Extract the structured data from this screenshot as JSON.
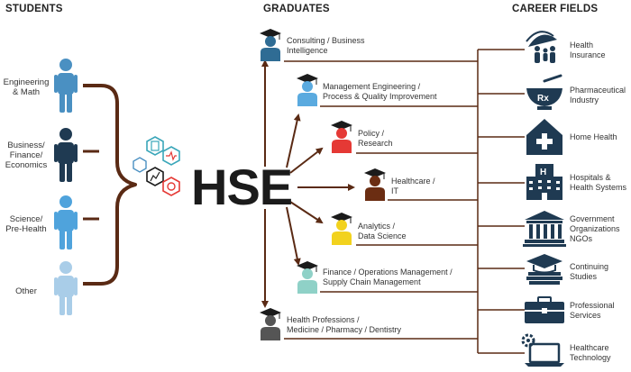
{
  "headers": {
    "students": "STUDENTS",
    "graduates": "GRADUATES",
    "career_fields": "CAREER FIELDS"
  },
  "center_label": "HSE",
  "students": [
    {
      "line1": "Engineering",
      "line2": "& Math",
      "color": "#4a90c2"
    },
    {
      "line1": "Business/",
      "line2": "Finance/",
      "line3": "Economics",
      "color": "#1f3a52"
    },
    {
      "line1": "Science/",
      "line2": "Pre-Health",
      "color": "#4fa3dc"
    },
    {
      "line1": "Other",
      "color": "#a9cde8"
    }
  ],
  "graduates": [
    {
      "line1": "Consulting / Business",
      "line2": "Intelligence",
      "color": "#2f6c94"
    },
    {
      "line1": "Management Engineering /",
      "line2": "Process & Quality Improvement",
      "color": "#5aaadf"
    },
    {
      "line1": "Policy /",
      "line2": "Research",
      "color": "#e53935"
    },
    {
      "line1": "Healthcare /",
      "line2": "IT",
      "color": "#6b2d12"
    },
    {
      "line1": "Analytics /",
      "line2": "Data Science",
      "color": "#f2d21e"
    },
    {
      "line1": "Finance / Operations Management /",
      "line2": "Supply Chain Management",
      "color": "#8fd1c7"
    },
    {
      "line1": "Health Professions /",
      "line2": "Medicine / Pharmacy / Dentistry",
      "color": "#555555"
    }
  ],
  "careers": [
    {
      "line1": "Health",
      "line2": "Insurance",
      "icon": "umbrella-family-icon"
    },
    {
      "line1": "Pharmaceutical",
      "line2": "Industry",
      "icon": "mortar-pestle-rx-icon"
    },
    {
      "line1": "Home Health",
      "icon": "house-cross-icon"
    },
    {
      "line1": "Hospitals &",
      "line2": "Health Systems",
      "icon": "hospital-building-icon"
    },
    {
      "line1": "Government",
      "line2": "Organizations",
      "line3": "NGOs",
      "icon": "government-building-icon"
    },
    {
      "line1": "Continuing",
      "line2": "Studies",
      "icon": "graduation-books-icon"
    },
    {
      "line1": "Professional",
      "line2": "Services",
      "icon": "briefcase-icon"
    },
    {
      "line1": "Healthcare",
      "line2": "Technology",
      "icon": "laptop-gear-icon"
    }
  ],
  "colors": {
    "connector": "#5a2a14",
    "icon_navy": "#1f3a52",
    "hex_teal": "#3aa6b9",
    "hex_red": "#e53935",
    "hex_blue": "#4a90c2"
  }
}
